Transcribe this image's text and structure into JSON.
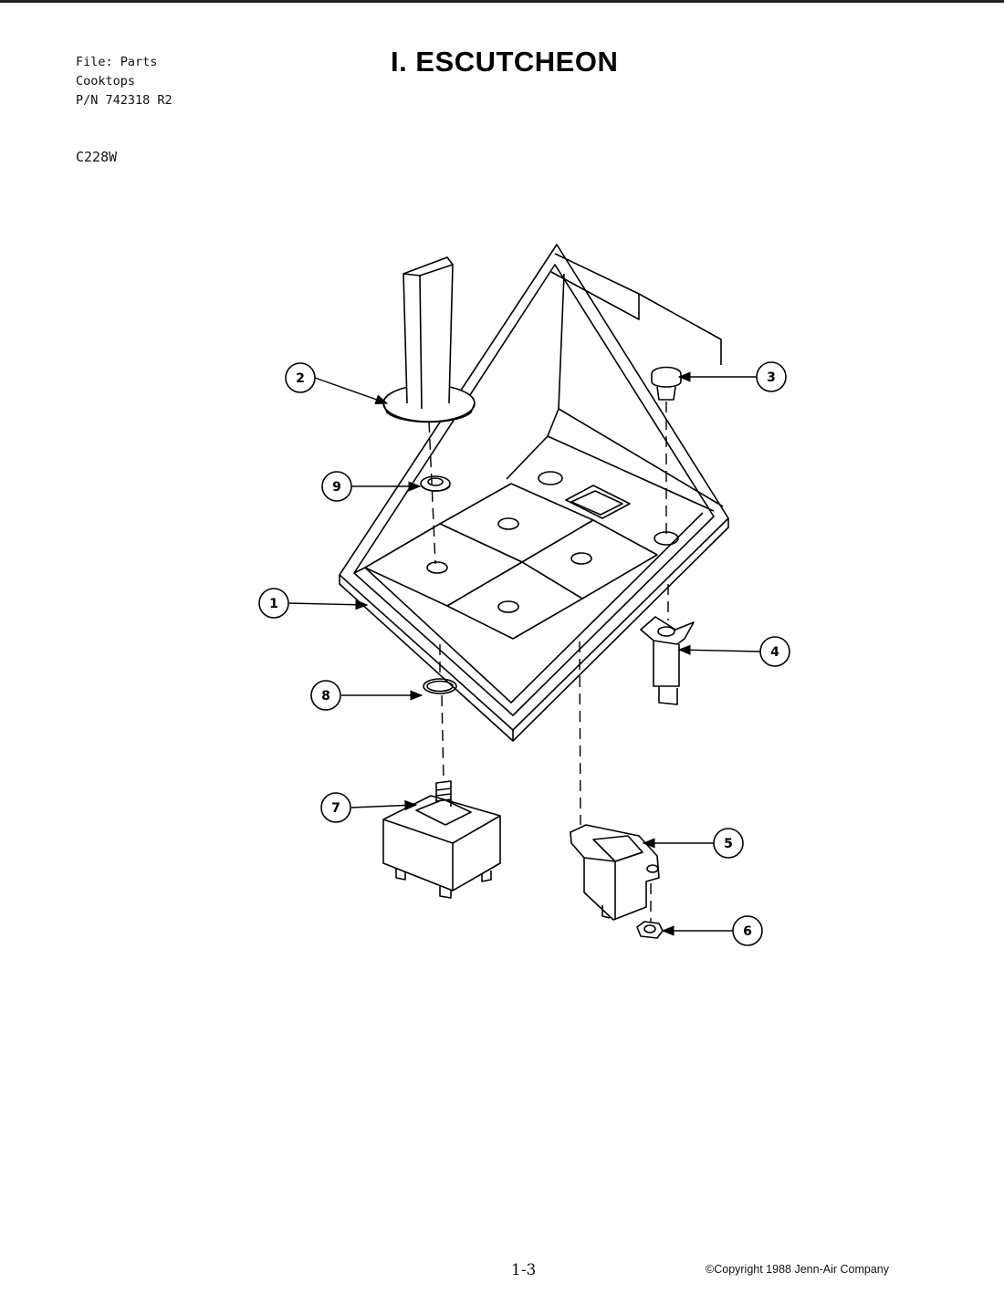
{
  "header": {
    "file_line": "File: Parts",
    "category_line": "Cooktops",
    "part_number_line": "P/N 742318 R2",
    "model": "C228W",
    "title": "I. ESCUTCHEON"
  },
  "callouts": [
    "1",
    "2",
    "3",
    "4",
    "5",
    "6",
    "7",
    "8",
    "9"
  ],
  "footer": {
    "page_number": "1-3",
    "copyright": "©Copyright 1988 Jenn-Air Company"
  }
}
